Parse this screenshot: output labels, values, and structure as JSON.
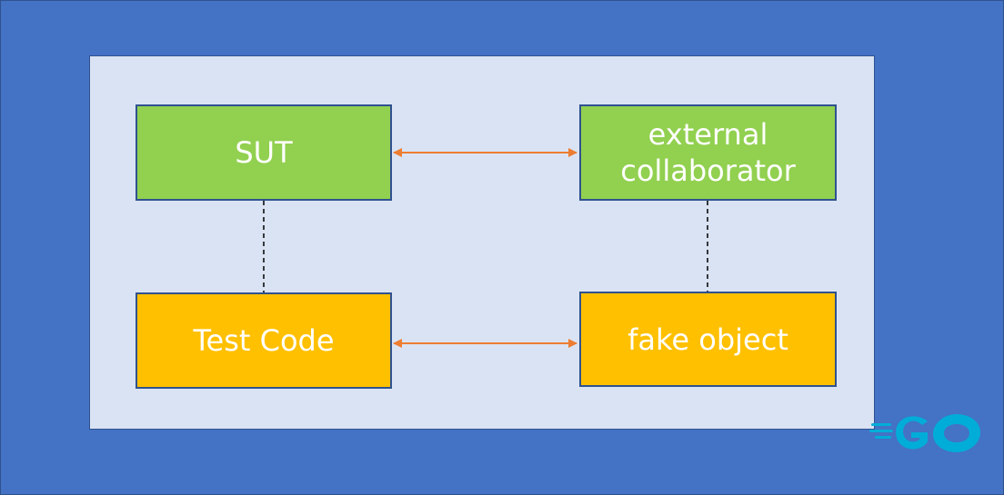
{
  "diagram": {
    "boxes": {
      "sut": {
        "label": "SUT"
      },
      "external_collaborator": {
        "label": "external\ncollaborator"
      },
      "test_code": {
        "label": "Test Code"
      },
      "fake_object": {
        "label": "fake object"
      }
    },
    "colors": {
      "background": "#4472c4",
      "panel": "#dae3f3",
      "real_box": "#92d050",
      "test_box": "#ffc000",
      "box_border": "#2f528f",
      "arrow": "#ed7d31",
      "dashed_line": "#000000",
      "logo": "#00add8"
    },
    "logo": {
      "text": "GO",
      "icon": "go-gopher-logo-icon"
    }
  }
}
